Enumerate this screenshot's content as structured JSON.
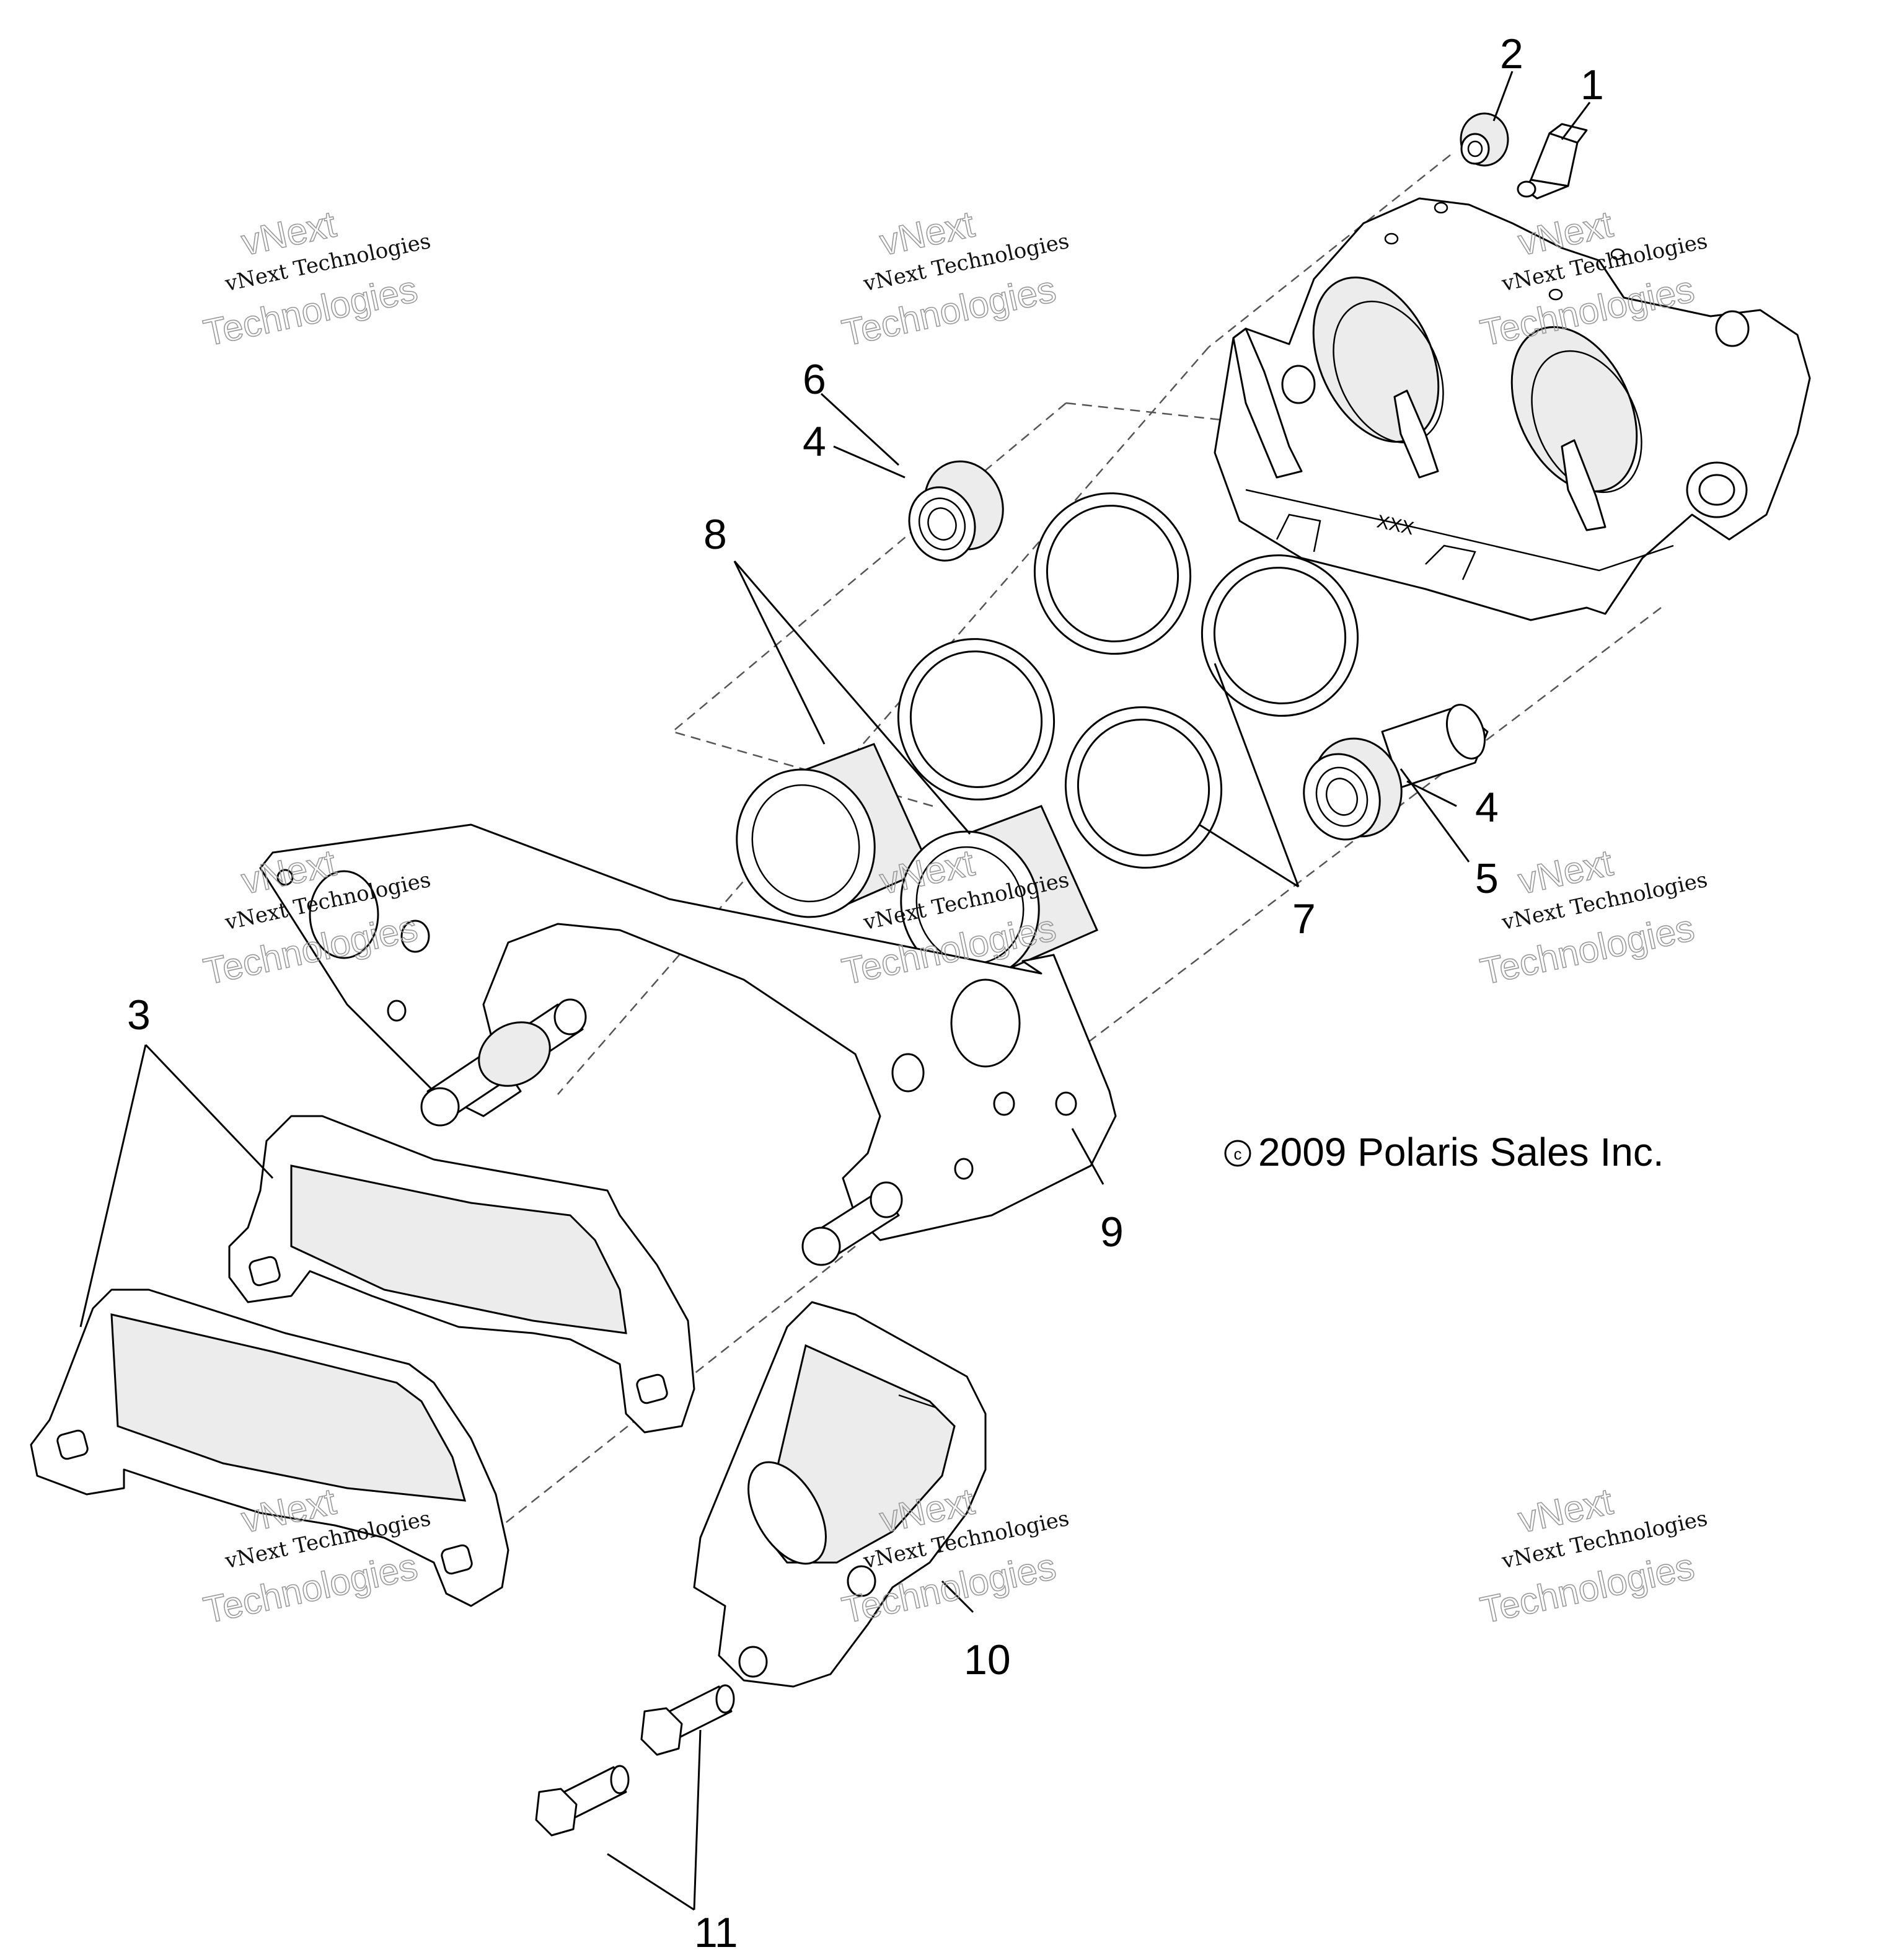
{
  "diagram": {
    "copyright_symbol": "c",
    "copyright": "2009 Polaris Sales Inc.",
    "caliper_stamp": "XXX",
    "callouts": [
      "1",
      "2",
      "3",
      "4",
      "5",
      "6",
      "7",
      "8",
      "9",
      "10",
      "11"
    ],
    "callout_extra": [
      "4"
    ],
    "watermark": {
      "line1": "vNext Technologies",
      "line2": "vNext",
      "line3": "Technologies"
    }
  }
}
